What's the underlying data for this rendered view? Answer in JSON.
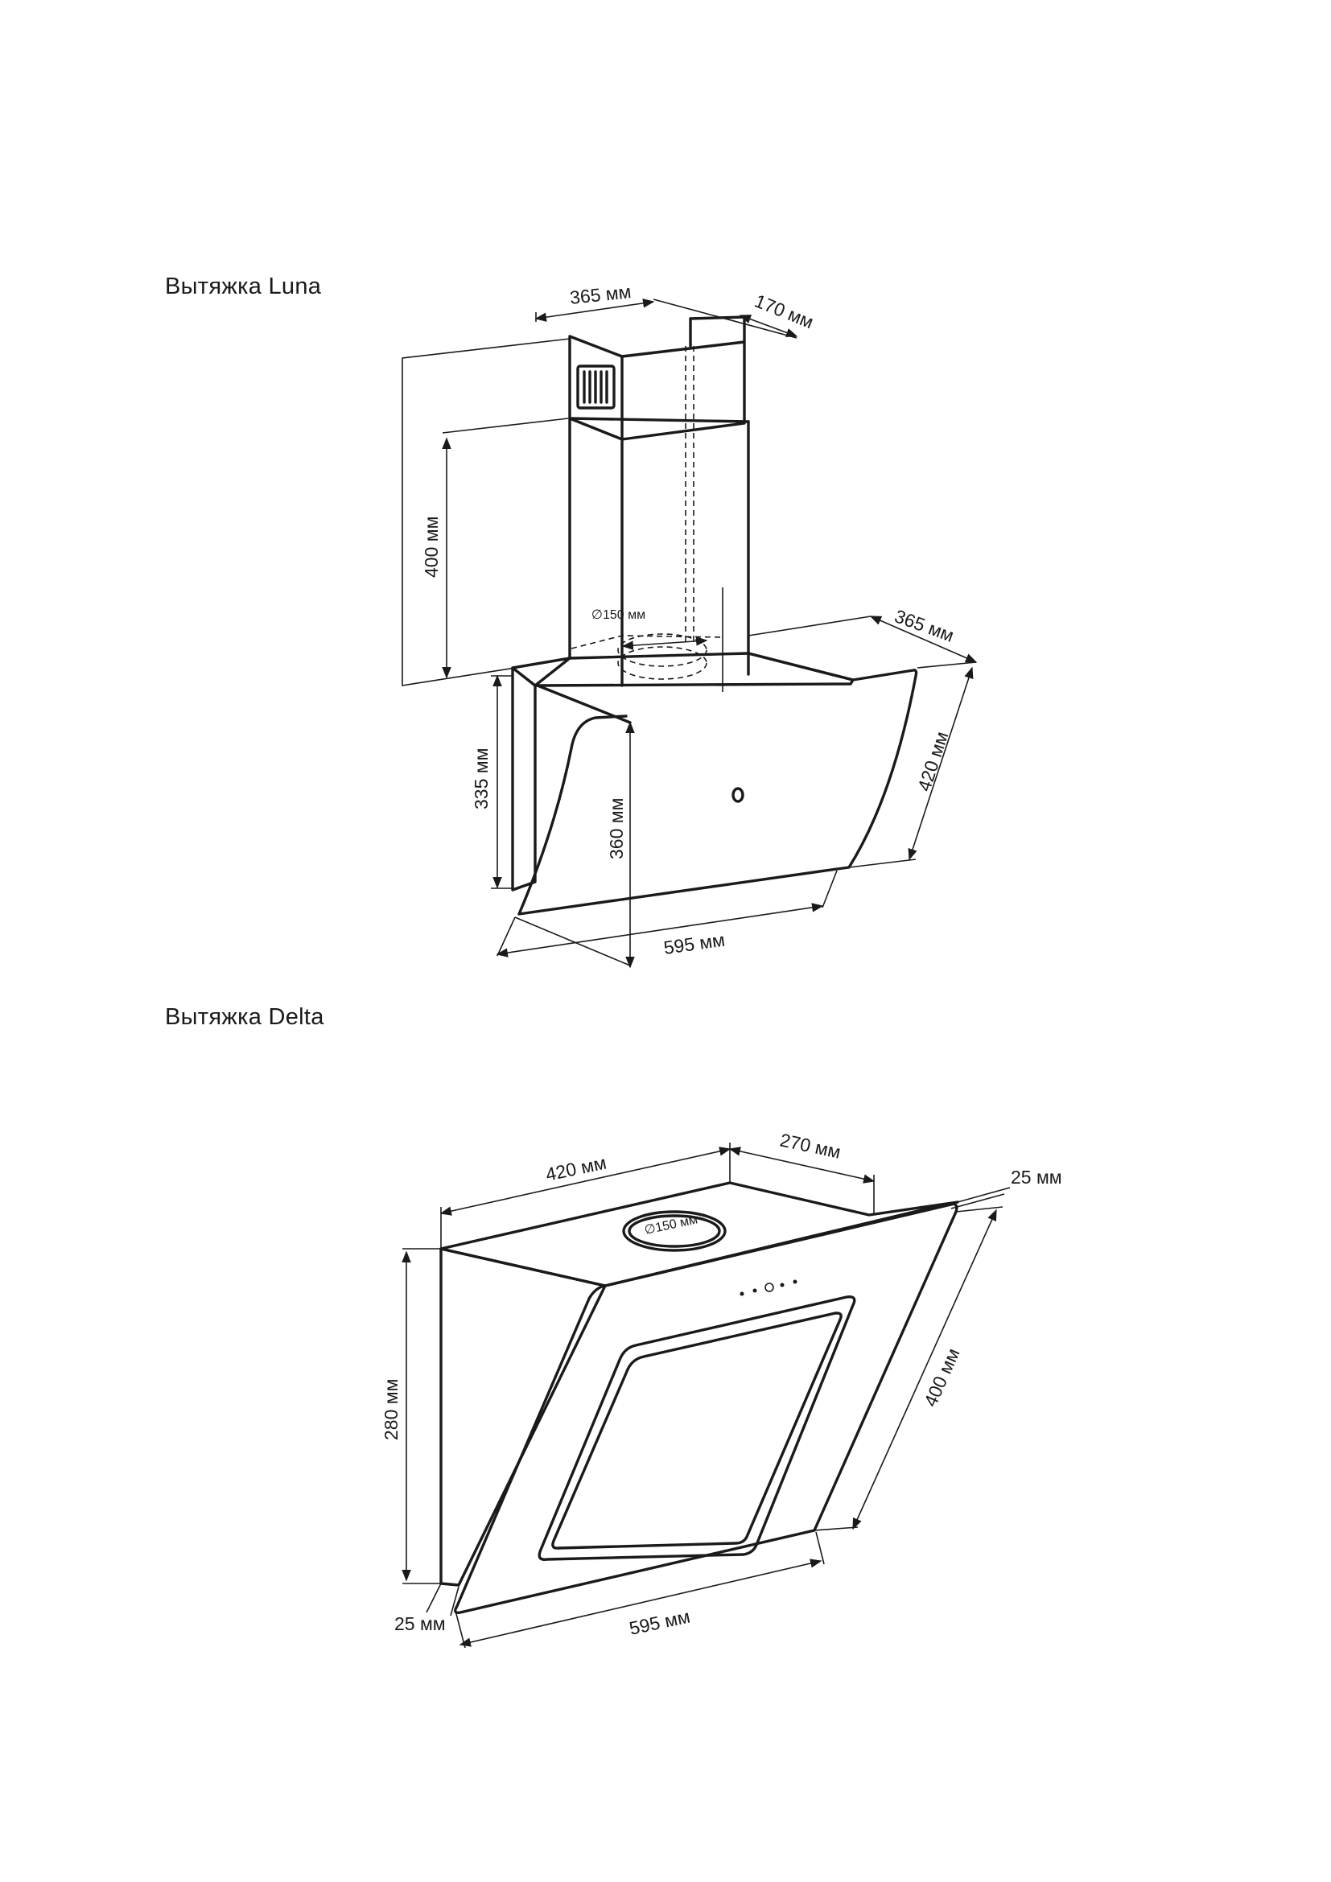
{
  "luna": {
    "title": "Вытяжка Luna",
    "dimensions": {
      "top_width": "365 мм",
      "top_depth": "170 мм",
      "chimney_height": "400 мм",
      "duct_diameter": "∅150 мм",
      "body_depth": "365 мм",
      "panel_height": "420 мм",
      "body_height": "335 мм",
      "front_height": "360 мм",
      "width": "595 мм"
    }
  },
  "delta": {
    "title": "Вытяжка Delta",
    "dimensions": {
      "top_depth": "420 мм",
      "top_width": "270 мм",
      "glass_offset_top": "25 мм",
      "duct_diameter": "∅150 мм",
      "height": "280 мм",
      "panel_length": "400 мм",
      "glass_offset_bottom": "25 мм",
      "width": "595 мм"
    }
  }
}
